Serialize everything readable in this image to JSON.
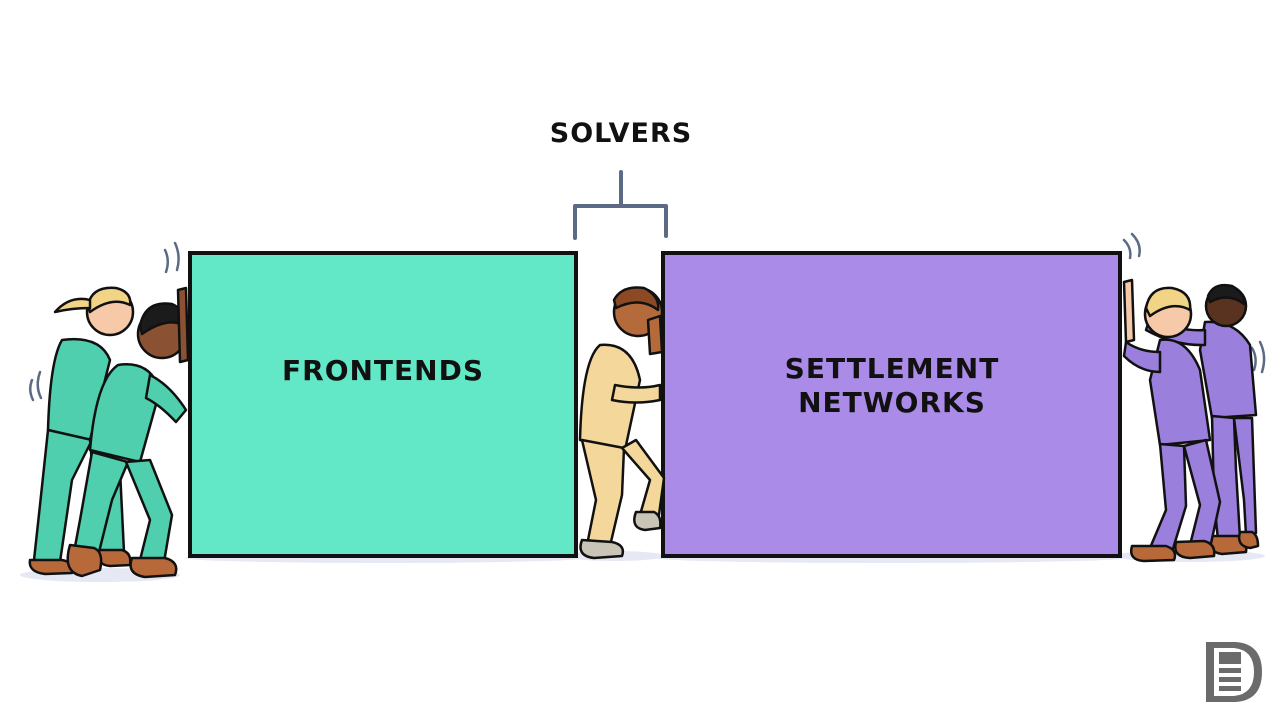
{
  "labels": {
    "solvers": "SOLVERS",
    "frontends": "FRONTENDS",
    "settlement_line1": "SETTLEMENT",
    "settlement_line2": "NETWORKS"
  },
  "colors": {
    "frontends_block": "#62e8c6",
    "settlement_block": "#ab8be8",
    "green_people": "#4fcfad",
    "yellow_person": "#f4d79a",
    "purple_people": "#9b7fdc",
    "outline": "#111111",
    "bracket": "#5b6b86",
    "shoes": "#b8693a",
    "logo": "#6b6b6b"
  },
  "icons": {
    "logo": "publication-logo-icon",
    "bracket": "bracket-icon"
  }
}
